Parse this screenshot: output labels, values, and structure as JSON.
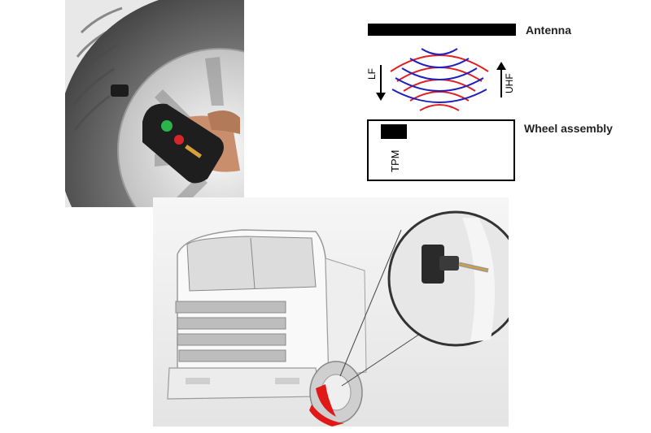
{
  "diagram": {
    "antenna_label": "Antenna",
    "wheel_label": "Wheel assembly",
    "lf_label": "LF",
    "uhf_label": "UHF",
    "tpm_label": "TPM"
  },
  "colors": {
    "lf_wave": "#e02020",
    "uhf_wave": "#2020c0",
    "bar": "#000000",
    "tool_body": "#1e1e1e",
    "button_green": "#2cb34a",
    "button_red": "#d6262b",
    "caliper_red": "#e01818"
  },
  "icons": [
    "tpms-tool-icon",
    "tire-icon",
    "sensor-icon",
    "truck-icon"
  ]
}
